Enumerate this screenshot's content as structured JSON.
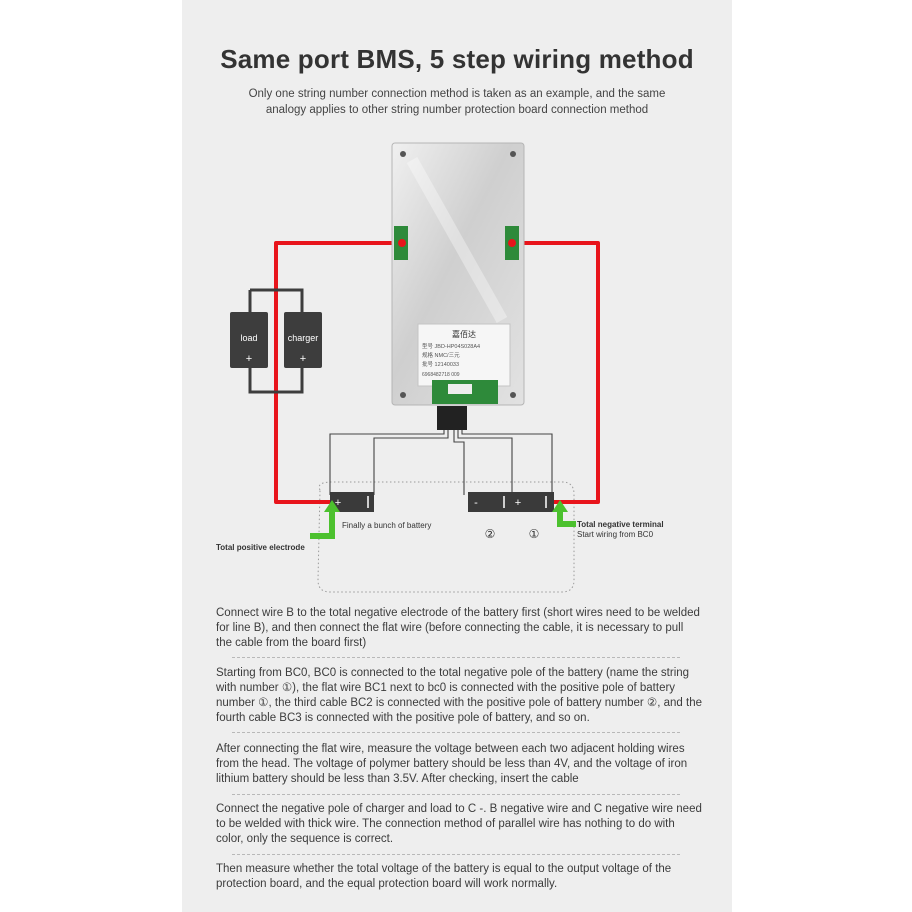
{
  "header": {
    "title": "Same port BMS, 5 step wiring method",
    "subtitle_line1": "Only one string number connection method is taken as an example, and the same",
    "subtitle_line2": "analogy applies to other string number protection board connection method"
  },
  "diagram": {
    "board_label_brand": "嘉佰达",
    "board_label_line1": "型号   JBD-HP04S028A4",
    "board_label_line2": "规格               NMC/三元",
    "board_label_line3": "批号   12140033",
    "board_label_line4": "6968482718  009",
    "load_label": "load",
    "charger_label": "charger",
    "plus_symbol": "+",
    "minus_symbol": "-",
    "finally_label": "Finally a bunch of battery",
    "battery_number_2": "②",
    "battery_number_1": "①",
    "total_negative_line1": "Total negative terminal",
    "total_negative_line2": "Start wiring from BC0",
    "total_positive_label": "Total positive electrode",
    "colors": {
      "thick_wire": "#e8141b",
      "arrow": "#4cc12e",
      "battery": "#3a3a3a",
      "load_box": "#3d3d3d"
    }
  },
  "steps": [
    "Connect wire B to the total negative electrode of the battery first (short wires need to be welded for line B), and then connect the flat wire (before connecting the cable, it is necessary to pull the cable from the board first)",
    "Starting from BC0, BC0 is connected to the total negative pole of the battery (name the string with number ①), the flat wire BC1 next to bc0 is connected with the positive pole of battery number ①, the third cable BC2 is connected with the positive pole of battery number ②, and the fourth cable BC3 is connected with the positive pole of battery, and so on.",
    "After connecting the flat wire, measure the voltage between each two adjacent holding wires from the head. The voltage of polymer battery should be less than 4V, and the voltage of iron lithium battery should be less than 3.5V. After checking, insert the cable",
    "Connect the negative pole of charger and load to C -. B negative wire and C negative wire need to be welded with thick wire. The connection method of parallel wire has nothing to do with color, only the sequence is correct.",
    "Then measure whether the total voltage of the battery is equal to the output voltage of the protection board, and the equal protection board will work normally."
  ]
}
